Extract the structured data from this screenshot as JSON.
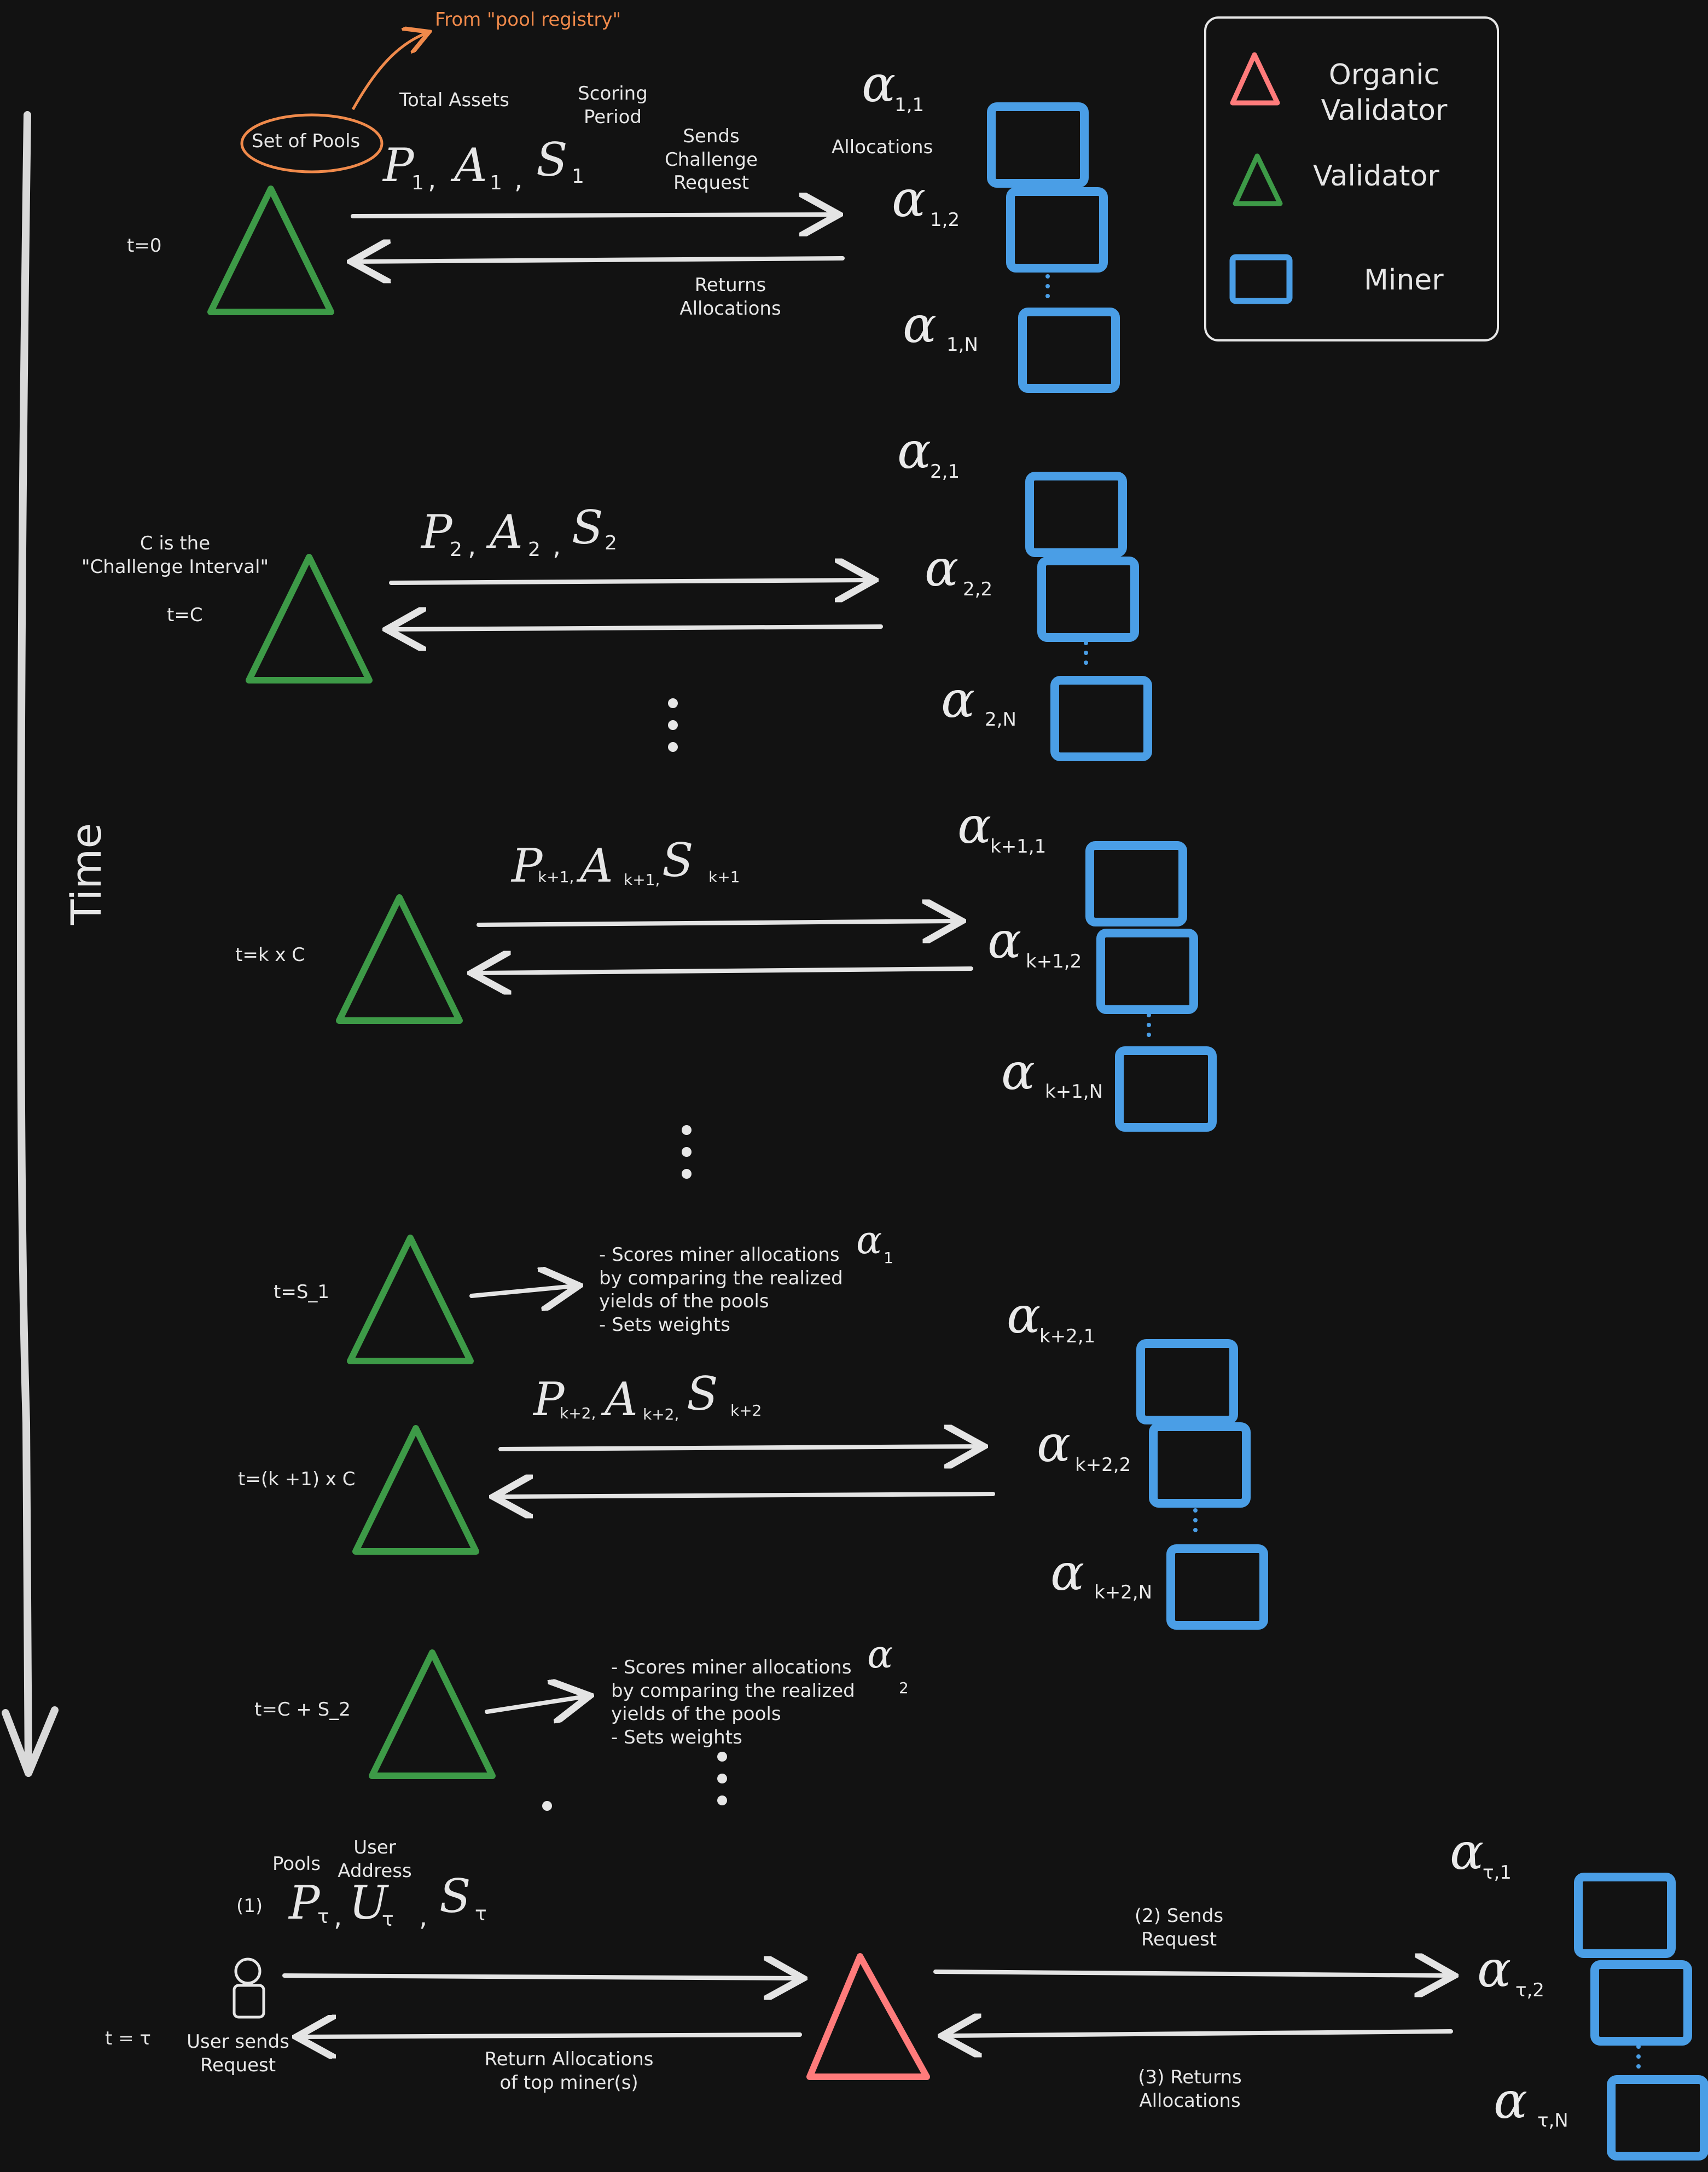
{
  "legend": {
    "organic_validator": "Organic\nValidator",
    "validator": "Validator",
    "miner": "Miner"
  },
  "time_axis_label": "Time",
  "top_notes": {
    "from_pool_registry": "From \"pool registry\"",
    "set_of_pools": "Set of Pools",
    "total_assets": "Total Assets",
    "scoring_period": "Scoring\nPeriod",
    "sends_challenge_request": "Sends\nChallenge\nRequest",
    "allocations": "Allocations",
    "returns_allocations": "Returns\nAllocations"
  },
  "rows": [
    {
      "time": "t=0",
      "params": {
        "p": "P",
        "p_sub": "1",
        "a": "A",
        "a_sub": "1",
        "s": "S",
        "s_sub": "1"
      },
      "alpha_subs": [
        "1,1",
        "1,2",
        "1,N"
      ]
    },
    {
      "time": "t=C",
      "note": "C is the\n\"Challenge Interval\"",
      "params": {
        "p": "P",
        "p_sub": "2",
        "a": "A",
        "a_sub": "2",
        "s": "S",
        "s_sub": "2"
      },
      "alpha_subs": [
        "2,1",
        "2,2",
        "2,N"
      ]
    },
    {
      "time": "t=k x C",
      "params": {
        "p": "P",
        "p_sub": "k+1,",
        "a": "A",
        "a_sub": "k+1,",
        "s": "S",
        "s_sub": "k+1"
      },
      "alpha_subs": [
        "k+1,1",
        "k+1,2",
        "k+1,N"
      ]
    },
    {
      "time": "t=(k +1) x C",
      "params": {
        "p": "P",
        "p_sub": "k+2,",
        "a": "A",
        "a_sub": "k+2,",
        "s": "S",
        "s_sub": "k+2"
      },
      "alpha_subs": [
        "k+2,1",
        "k+2,2",
        "k+2,N"
      ]
    }
  ],
  "scoring": [
    {
      "time": "t=S_1",
      "text": "- Scores miner allocations\nby comparing the realized\nyields of the pools\n- Sets weights",
      "alpha_sub": "1"
    },
    {
      "time": "t=C + S_2",
      "text": "- Scores miner allocations\nby comparing the realized\nyields of the pools\n- Sets weights",
      "alpha_sub": "2"
    }
  ],
  "organic": {
    "time": "t = τ",
    "pools_label": "Pools",
    "user_address_label": "User\nAddress",
    "step1": "(1)",
    "params": {
      "p": "P",
      "p_sub": "τ",
      "u": "U",
      "u_sub": "τ",
      "s": "S",
      "s_sub": "τ"
    },
    "user_sends_request": "User sends\nRequest",
    "return_allocations": "Return Allocations\nof top miner(s)",
    "sends_request": "(2) Sends\nRequest",
    "returns_allocations": "(3) Returns\nAllocations",
    "alpha_subs": [
      "τ,1",
      "τ,2",
      "τ,N"
    ]
  },
  "colors": {
    "background": "#121212",
    "validator": "#3d9a47",
    "organic_validator": "#ff7b7b",
    "miner": "#4a9ee6",
    "arrow": "#e4e4e4",
    "orange_note": "#f08a4b"
  }
}
